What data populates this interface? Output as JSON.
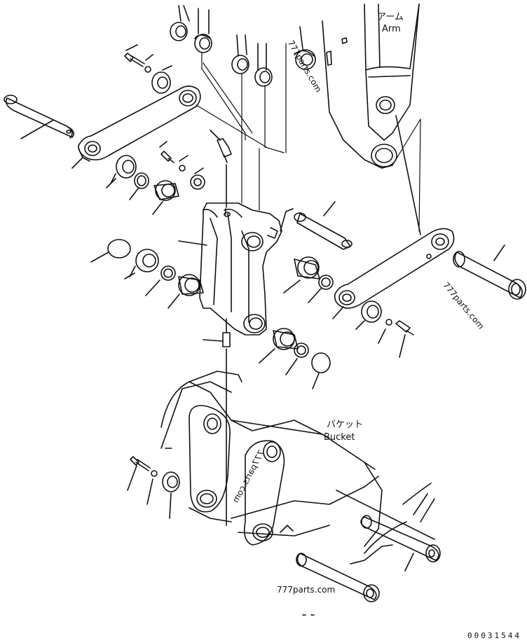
{
  "labels": {
    "arm_jp": "アーム",
    "arm_en": "Arm",
    "bucket_jp": "バケット",
    "bucket_en": "Bucket"
  },
  "watermarks": {
    "wm1": "777parts.com",
    "wm2": "777parts.com",
    "wm3": "777parts.com",
    "wm4": "777parts.com"
  },
  "drawing_code": "00031544",
  "colors": {
    "line": "#111111",
    "background": "#ffffff"
  }
}
